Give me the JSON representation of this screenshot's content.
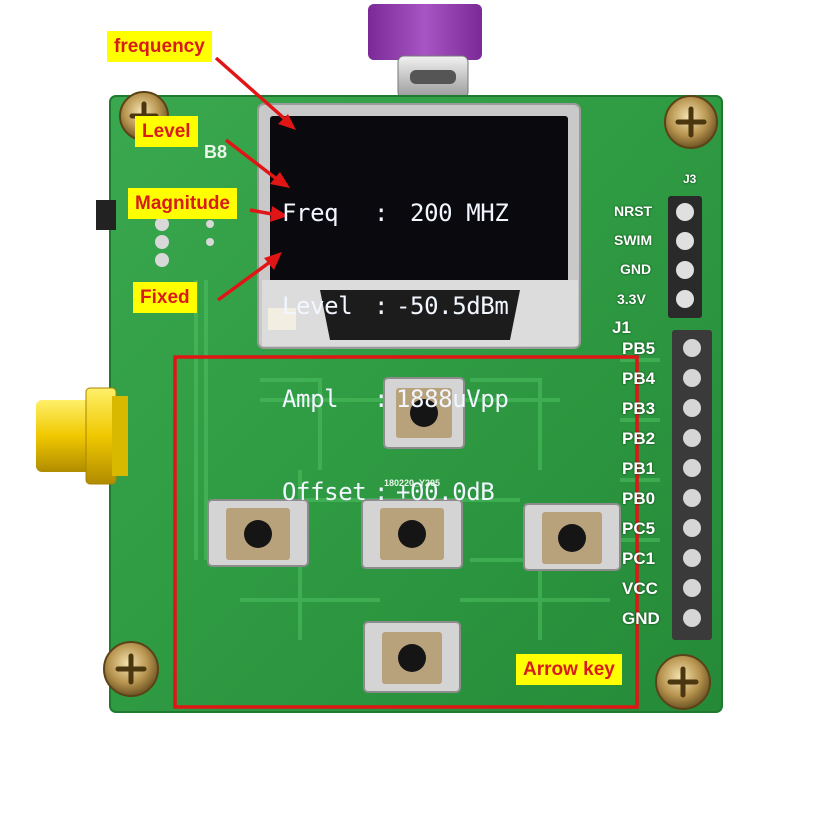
{
  "callouts": {
    "frequency": "frequency",
    "level": "Level",
    "magnitude": "Magnitude",
    "fixed": "Fixed",
    "arrow_key": "Arrow key"
  },
  "display": {
    "lines": [
      {
        "label": "Freq",
        "sep": ":",
        "value": " 200 MHZ"
      },
      {
        "label": "Level",
        "sep": ":",
        "value": "-50.5dBm"
      },
      {
        "label": "Ampl",
        "sep": ":",
        "value": "1888uVpp"
      },
      {
        "label": "Offset",
        "sep": ":",
        "value": "+00.0dB"
      }
    ]
  },
  "header_pins": {
    "j3_label": "J3",
    "j3": [
      "NRST",
      "SWIM",
      "GND",
      "3.3V"
    ],
    "j1_label": "J1",
    "j1": [
      "PB5",
      "PB4",
      "PB3",
      "PB2",
      "PB1",
      "PB0",
      "PC5",
      "PC1",
      "VCC",
      "GND"
    ]
  },
  "board_marks": {
    "silk_top_left": "B8",
    "silk_center": "180220_Y205"
  },
  "colors": {
    "pcb": "#2e9a42",
    "callout_bg": "#ffff00",
    "callout_text": "#d81b1b",
    "annotation_red": "#e01515",
    "oled_text": "#f2f6ff",
    "usb_plug": "#9b3fb6"
  }
}
